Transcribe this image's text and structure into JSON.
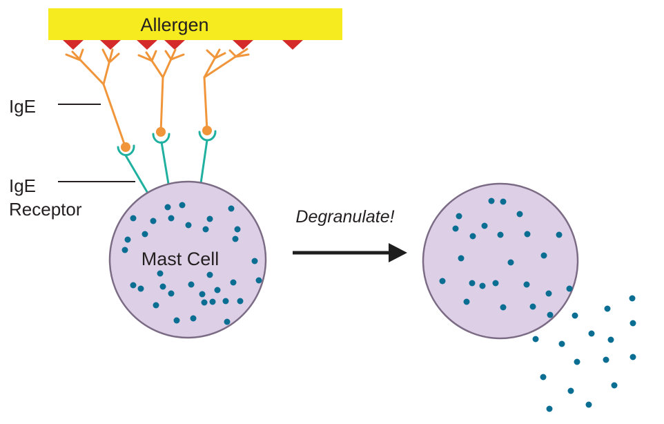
{
  "labels": {
    "allergen": "Allergen",
    "ige": "IgE",
    "receptor_line1": "IgE",
    "receptor_line2": "Receptor",
    "mast_cell": "Mast Cell",
    "degranulate": "Degranulate!"
  },
  "colors": {
    "allergen_bar": "#f5eb1e",
    "epitope": "#d42a2a",
    "antibody": "#f0953a",
    "receptor": "#1fb0a0",
    "cell_fill": "#ddcfe6",
    "cell_stroke": "#7b6b85",
    "granule": "#0a6e93",
    "arrow": "#1e1e1e",
    "text": "#231f20"
  }
}
